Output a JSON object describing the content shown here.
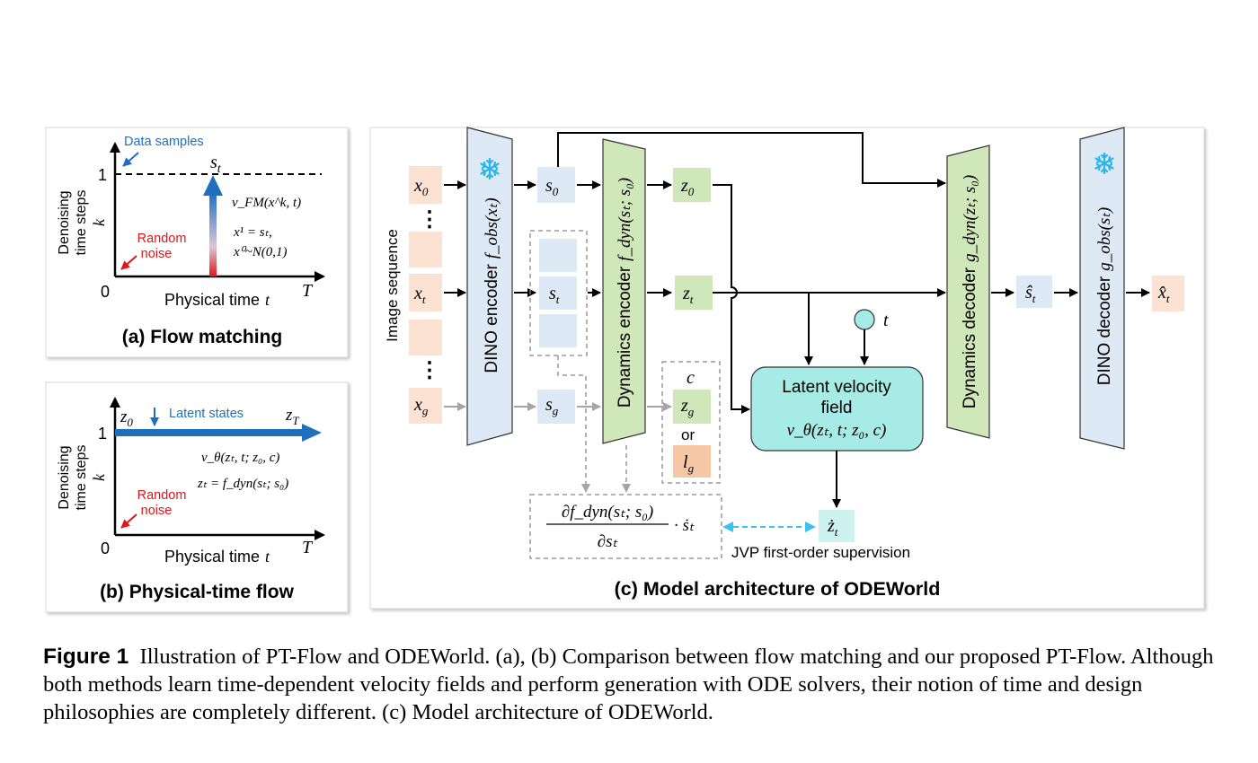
{
  "panel_a": {
    "data_samples": "Data samples",
    "st": "s",
    "st_sub": "t",
    "one": "1",
    "zero": "0",
    "T": "T",
    "k": "k",
    "ylabel_1": "Denoising",
    "ylabel_2": "time steps",
    "random_1": "Random",
    "random_2": "noise",
    "eq1": "v_FM(x^k, t)",
    "eq2": "x¹ = sₜ,",
    "eq3": "x⁰~N(0,1)",
    "xlabel": "Physical time",
    "xlabel_t": "t",
    "title": "(a) Flow matching"
  },
  "panel_b": {
    "z0": "z",
    "z0_sub": "0",
    "latent": "Latent states",
    "zT": "z",
    "zT_sub": "T",
    "one": "1",
    "zero": "0",
    "T": "T",
    "k": "k",
    "ylabel_1": "Denoising",
    "ylabel_2": "time steps",
    "random_1": "Random",
    "random_2": "noise",
    "eq1": "v_θ(zₜ, t; z₀, c)",
    "eq2": "zₜ = f_dyn(sₜ; s₀)",
    "xlabel": "Physical time",
    "xlabel_t": "t",
    "title": "(b) Physical-time flow"
  },
  "panel_c": {
    "image_sequence": "Image sequence",
    "x0": "x",
    "x0_sub": "0",
    "xt": "x",
    "xt_sub": "t",
    "xg": "x",
    "xg_sub": "g",
    "dots": "⋮",
    "dino_encoder": "DINO encoder",
    "f_obs": "f_obs(xₜ)",
    "s0": "s",
    "s0_sub": "0",
    "st": "s",
    "st_sub": "t",
    "sg": "s",
    "sg_sub": "g",
    "dyn_encoder": "Dynamics encoder",
    "f_dyn": "f_dyn(sₜ; s₀)",
    "z0": "z",
    "z0_sub": "0",
    "zt": "z",
    "zt_sub": "t",
    "c": "c",
    "zg": "z",
    "zg_sub": "g",
    "or": "or",
    "lg": "l",
    "lg_sub": "g",
    "t": "t",
    "velocity_1": "Latent velocity",
    "velocity_2": "field",
    "velocity_3": "v_θ(zₜ, t; z₀, c)",
    "dyn_decoder": "Dynamics decoder",
    "g_dyn": "g_dyn(zₜ; s₀)",
    "s_hat": "ŝ",
    "s_hat_sub": "t",
    "dino_decoder": "DINO decoder",
    "g_obs": "g_obs(sₜ)",
    "x_hat": "x̂",
    "x_hat_sub": "t",
    "jvp_num": "∂f_dyn(sₜ; s₀)",
    "jvp_den": "∂sₜ",
    "jvp_dot": "· ṡₜ",
    "zdot": "ż",
    "zdot_sub": "t",
    "jvp_label": "JVP first-order supervision",
    "title": "(c) Model architecture of ODEWorld"
  },
  "caption": {
    "label": "Figure 1",
    "text": "Illustration of PT-Flow and ODEWorld. (a), (b) Comparison between flow matching and our proposed PT-Flow. Although both methods learn time-dependent velocity fields and perform generation with ODE solvers, their notion of time and design philosophies are completely different. (c) Model architecture of ODEWorld."
  },
  "colors": {
    "blue_label": "#1f6fbf",
    "red_label": "#e0161b",
    "peach": "#fbe2d2",
    "light_blue": "#dde9f4",
    "green": "#d0e7b9",
    "teal": "#a6ebe6",
    "orange": "#f6c7a4"
  }
}
